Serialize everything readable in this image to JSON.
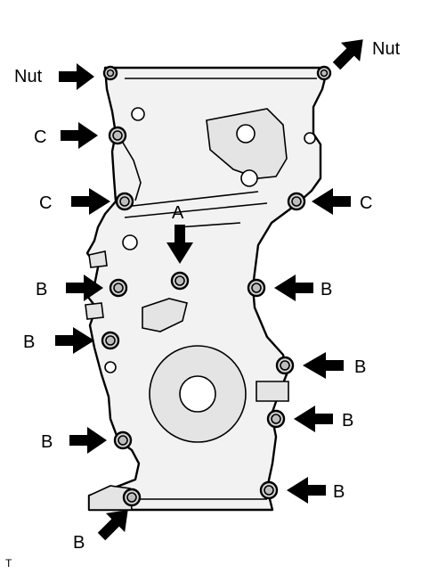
{
  "labels": {
    "nut": "Nut",
    "a": "A",
    "b": "B",
    "c": "C",
    "corner_mark": "T"
  },
  "callouts": [
    {
      "id": "nut-left",
      "label": "Nut",
      "bolt_type": "nut"
    },
    {
      "id": "nut-right",
      "label": "Nut",
      "bolt_type": "nut"
    },
    {
      "id": "c-upper-left",
      "label": "C",
      "bolt_type": "C"
    },
    {
      "id": "c-mid-left",
      "label": "C",
      "bolt_type": "C"
    },
    {
      "id": "c-right",
      "label": "C",
      "bolt_type": "C"
    },
    {
      "id": "a-center",
      "label": "A",
      "bolt_type": "A"
    },
    {
      "id": "b-left-1",
      "label": "B",
      "bolt_type": "B"
    },
    {
      "id": "b-left-2",
      "label": "B",
      "bolt_type": "B"
    },
    {
      "id": "b-left-3",
      "label": "B",
      "bolt_type": "B"
    },
    {
      "id": "b-bottom-left",
      "label": "B",
      "bolt_type": "B"
    },
    {
      "id": "b-right-1",
      "label": "B",
      "bolt_type": "B"
    },
    {
      "id": "b-right-2",
      "label": "B",
      "bolt_type": "B"
    },
    {
      "id": "b-right-3",
      "label": "B",
      "bolt_type": "B"
    },
    {
      "id": "b-right-4",
      "label": "B",
      "bolt_type": "B"
    }
  ]
}
